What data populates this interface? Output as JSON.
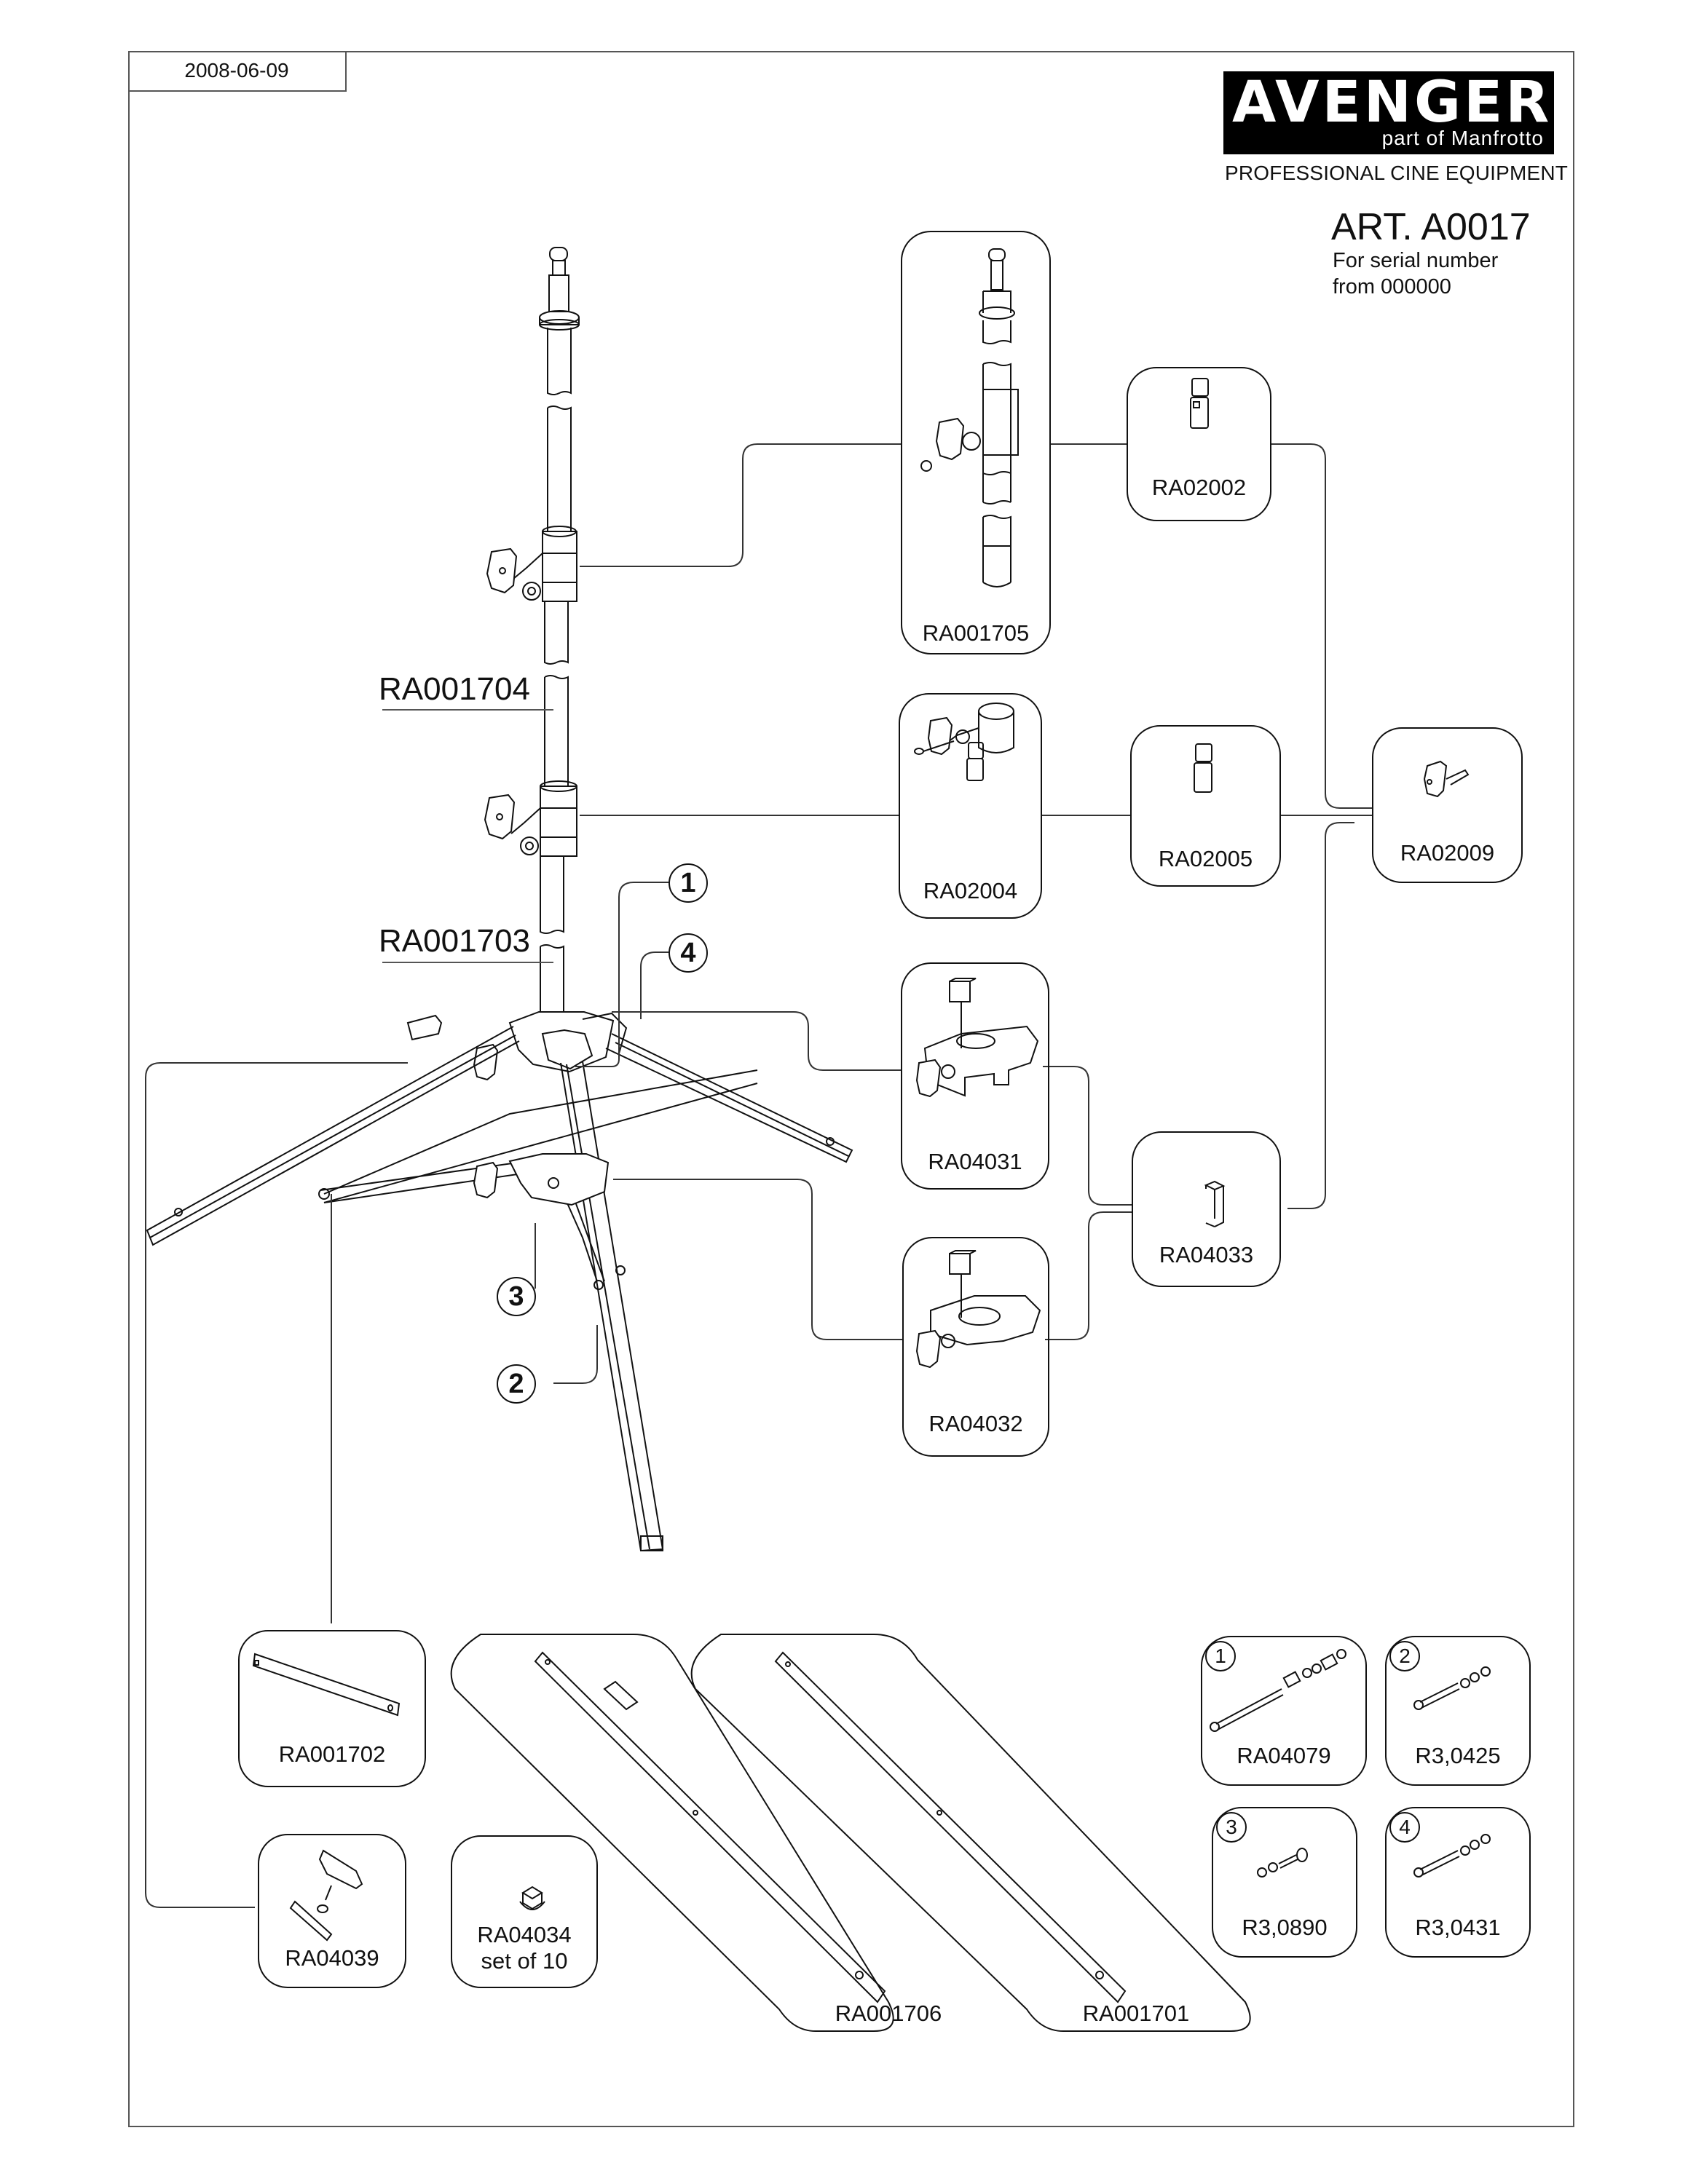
{
  "document": {
    "date": "2008-06-09",
    "brand": "AVENGER",
    "brand_sub": "part of Manfrotto",
    "tagline": "PROFESSIONAL CINE EQUIPMENT",
    "article": "ART. A0017",
    "serial_note": "For serial number\nfrom 000000"
  },
  "main_assembly": {
    "column_labels": [
      "RA001704",
      "RA001703"
    ],
    "callouts": [
      "1",
      "4",
      "3",
      "2"
    ]
  },
  "parts": [
    {
      "code": "RA001705",
      "desc": "top riser section with spigot and clamp"
    },
    {
      "code": "RA02002",
      "desc": "clamp pad set"
    },
    {
      "code": "RA02004",
      "desc": "riser clamp with pads"
    },
    {
      "code": "RA02005",
      "desc": "clamp pad set"
    },
    {
      "code": "RA02009",
      "desc": "locking knob"
    },
    {
      "code": "RA04031",
      "desc": "upper leg casting"
    },
    {
      "code": "RA04032",
      "desc": "lower brace casting"
    },
    {
      "code": "RA04033",
      "desc": "clip"
    },
    {
      "code": "RA001702",
      "desc": "leg brace"
    },
    {
      "code": "RA04039",
      "desc": "leg locking knob"
    },
    {
      "code": "RA04034",
      "note": "set of 10",
      "desc": "leg foot cap"
    },
    {
      "code": "RA001706",
      "desc": "leg with knob"
    },
    {
      "code": "RA001701",
      "desc": "leg"
    }
  ],
  "hardware": [
    {
      "num": "1",
      "code": "RA04079"
    },
    {
      "num": "2",
      "code": "R3,0425"
    },
    {
      "num": "3",
      "code": "R3,0890"
    },
    {
      "num": "4",
      "code": "R3,0431"
    }
  ]
}
